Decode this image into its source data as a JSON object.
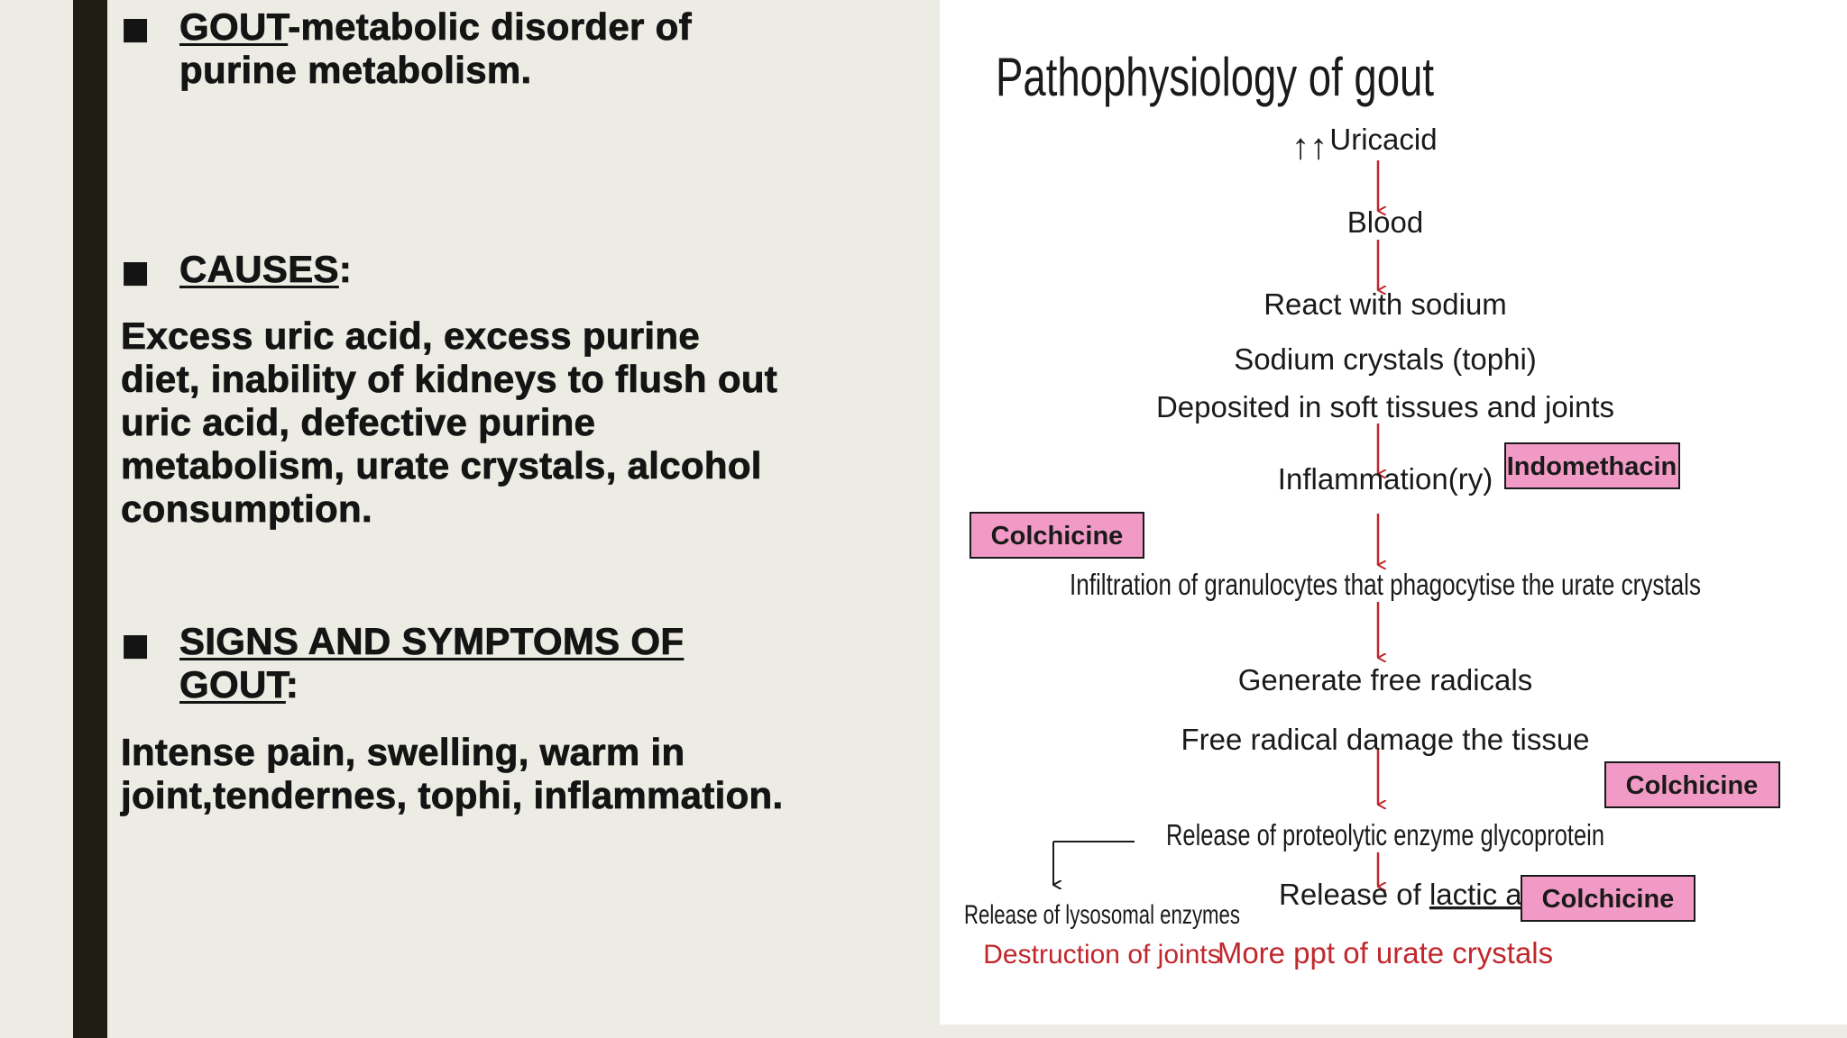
{
  "left": {
    "bullet_glyph": "■",
    "gout": {
      "term": "GOUT",
      "line1_rest": "-metabolic disorder of",
      "line2": "purine metabolism."
    },
    "causes": {
      "heading": "CAUSES",
      "colon": ":",
      "body": [
        "Excess uric acid, excess purine",
        "diet, inability of kidneys to flush out",
        "uric acid, defective purine",
        "metabolism, urate crystals, alcohol",
        "consumption."
      ]
    },
    "signs": {
      "heading_line1": "SIGNS AND SYMPTOMS OF",
      "heading_line2": "GOUT",
      "colon": ":",
      "body": [
        "Intense pain, swelling, warm in",
        "joint,tendernes, tophi, inflammation."
      ]
    }
  },
  "flowchart": {
    "title": "Pathophysiology of gout",
    "up_arrows": "↑↑",
    "nodes": {
      "uricacid": "Uricacid",
      "blood": "Blood",
      "react": "React with sodium",
      "crystals": "Sodium crystals (tophi)",
      "deposited": "Deposited in soft tissues and joints",
      "inflammation": "Inflammation(ry)",
      "infiltration": "Infiltration of granulocytes that phagocytise the urate crystals",
      "generate": "Generate free radicals",
      "damage": "Free radical damage the tissue",
      "release_enzyme": "Release of proteolytic enzyme glycoprotein",
      "release_lactic_prefix": "Release of ",
      "release_lactic_term": "lactic acid",
      "lysosomal": "Release of lysosomal enzymes",
      "destruction": "Destruction of joints",
      "more_ppt": "More ppt of urate crystals"
    },
    "drugs": {
      "indomethacin": "Indomethacin",
      "colchicine_1": "Colchicine",
      "colchicine_2": "Colchicine",
      "colchicine_3": "Colchicine"
    },
    "colors": {
      "arrow": "#c1272d",
      "drug_box": "#f19ac6",
      "outcome_text": "#c1272d"
    }
  }
}
